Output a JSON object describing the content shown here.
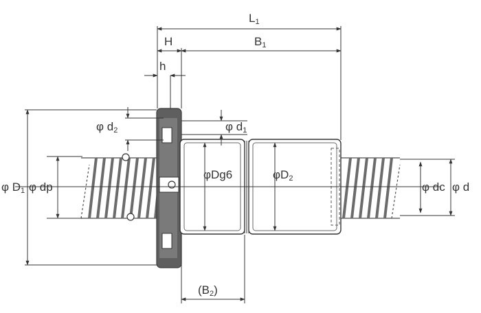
{
  "dimensions": {
    "L1": {
      "text": "L",
      "sub": "1"
    },
    "H": {
      "text": "H"
    },
    "B1": {
      "text": "B",
      "sub": "1"
    },
    "h": {
      "text": "h"
    },
    "d2": {
      "text": "φ d",
      "sub": "2"
    },
    "d1": {
      "text": "φ d",
      "sub": "1"
    },
    "D1": {
      "text": "φ D",
      "sub": "1"
    },
    "dp": {
      "text": "φ dp"
    },
    "Dg6": {
      "text": "φDg6"
    },
    "D2": {
      "text": "φD",
      "sub": "2"
    },
    "dc": {
      "text": "φ dc"
    },
    "d": {
      "text": "φ d"
    },
    "B2": {
      "text": "(B",
      "sub": "2",
      "tail": ")"
    }
  },
  "colors": {
    "line": "#4a4a4a",
    "fill_dark": "#6b6b6b",
    "fill_light": "#ffffff"
  }
}
